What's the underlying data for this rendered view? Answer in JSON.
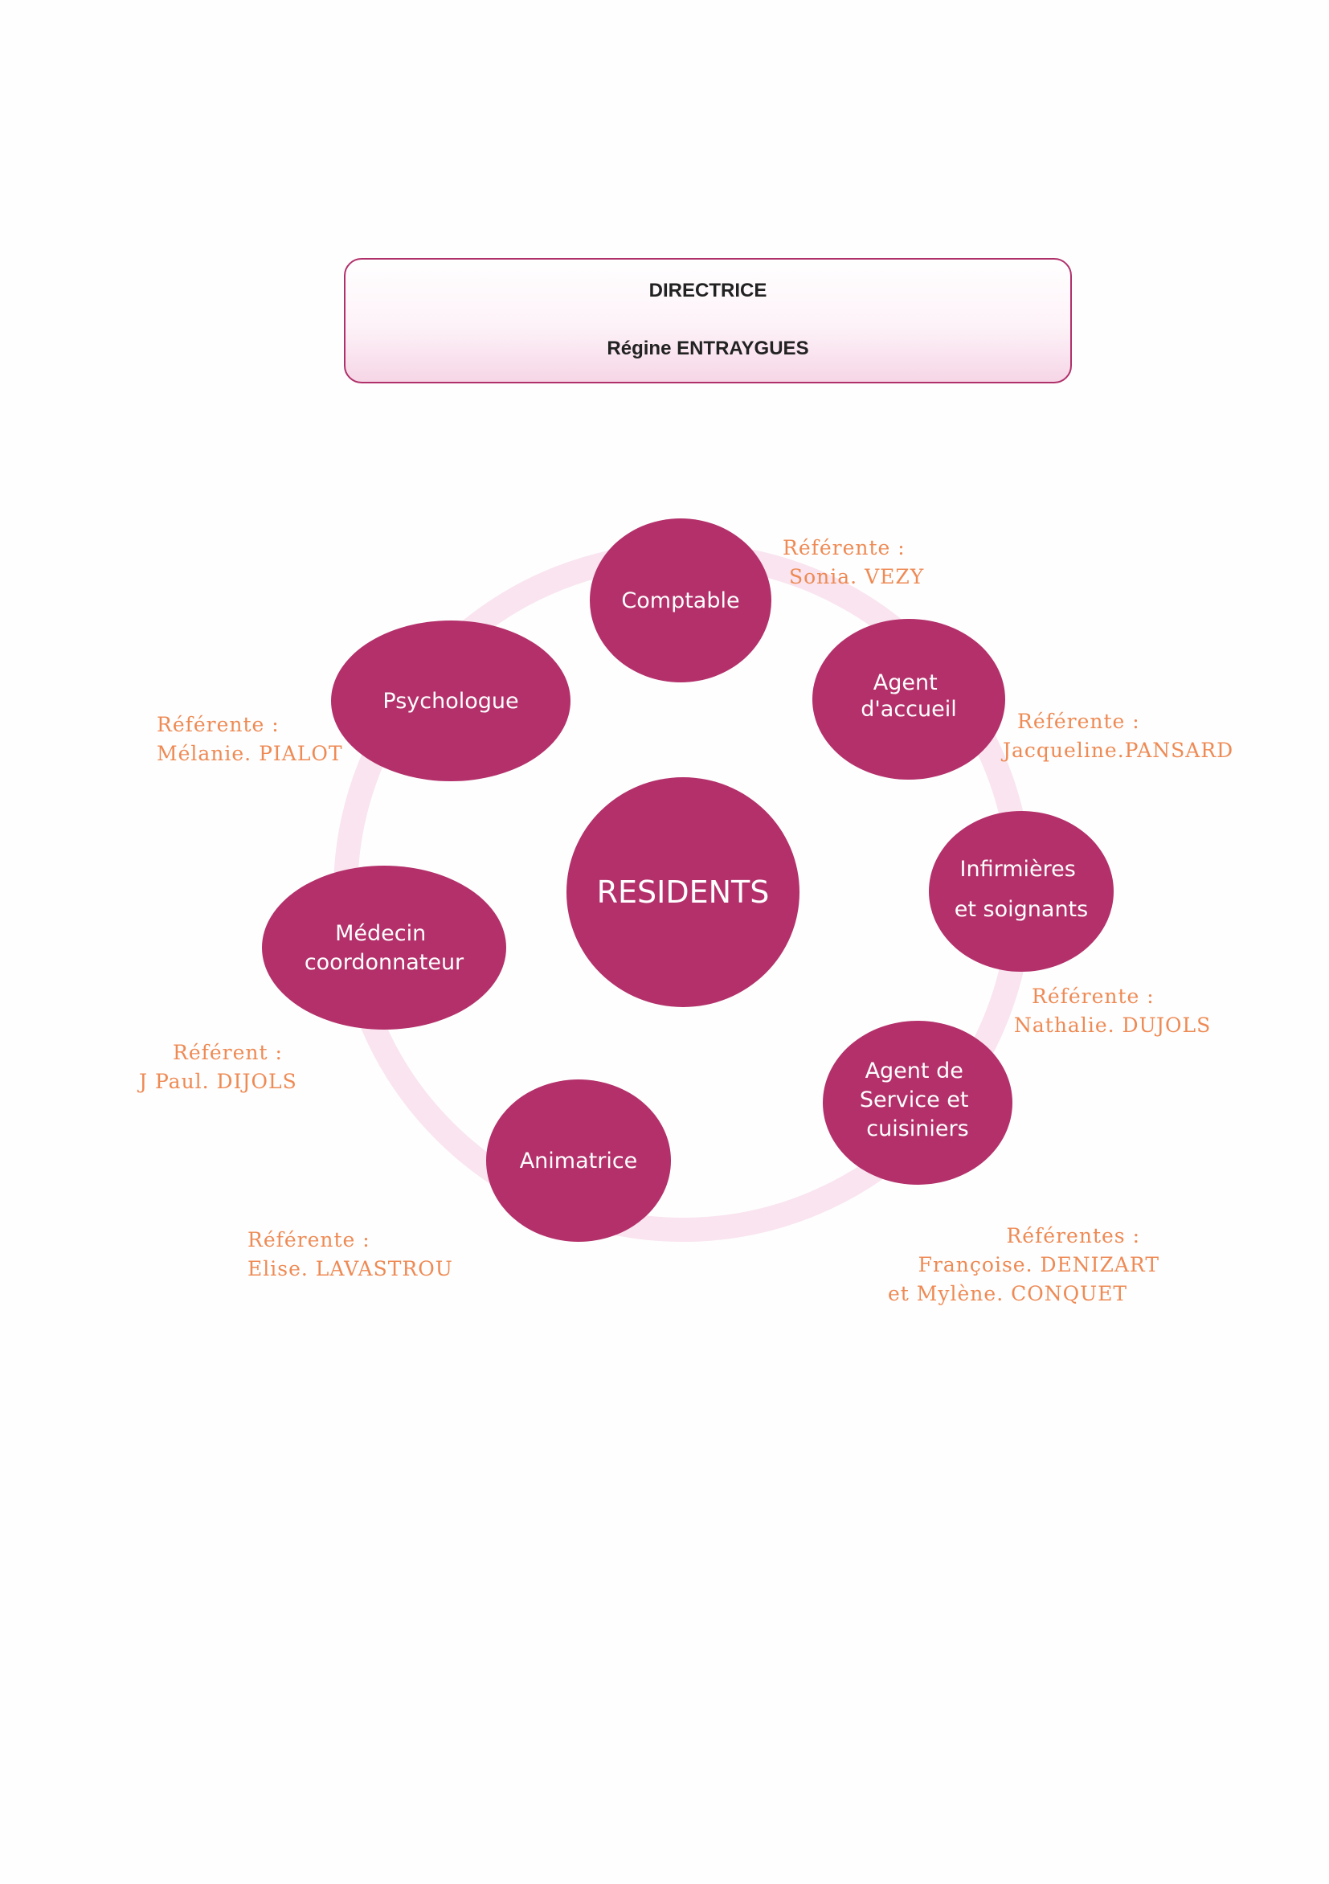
{
  "header": {
    "title": "DIRECTRICE",
    "name": "Régine ENTRAYGUES"
  },
  "colors": {
    "node_fill": "#b3306a",
    "ring": "#f9e4ef",
    "referent_text": "#ee8a54",
    "header_border": "#b0306a"
  },
  "nodes": {
    "center": {
      "lines": [
        "RESIDENTS"
      ]
    },
    "comptable": {
      "lines": [
        "Comptable"
      ]
    },
    "agent_accueil": {
      "lines": [
        "Agent",
        "d'accueil"
      ]
    },
    "infirmieres": {
      "lines": [
        "Infirmières",
        "et soignants"
      ]
    },
    "agent_service": {
      "lines": [
        "Agent de",
        "Service et",
        "cuisiniers"
      ]
    },
    "animatrice": {
      "lines": [
        "Animatrice"
      ]
    },
    "medecin": {
      "lines": [
        "Médecin",
        "coordonnateur"
      ]
    },
    "psychologue": {
      "lines": [
        "Psychologue"
      ]
    }
  },
  "referents": {
    "comptable": [
      "Référente :",
      "Sonia. VEZY"
    ],
    "agent_accueil": [
      "Référente :",
      "Jacqueline.PANSARD"
    ],
    "infirmieres": [
      "Référente :",
      "Nathalie. DUJOLS"
    ],
    "agent_service": [
      "Référentes :",
      "Françoise. DENIZART",
      "et Mylène. CONQUET"
    ],
    "animatrice": [
      "Référente :",
      "Elise. LAVASTROU"
    ],
    "medecin": [
      "Référent :",
      "J Paul. DIJOLS"
    ],
    "psychologue": [
      "Référente :",
      "Mélanie. PIALOT"
    ]
  }
}
